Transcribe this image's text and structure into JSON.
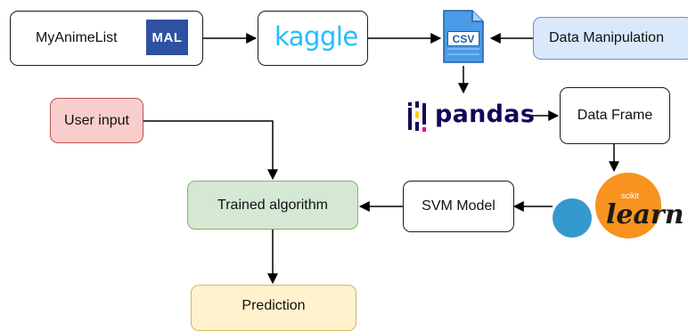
{
  "nodes": {
    "myanimelist": {
      "label": "MyAnimeList",
      "logo_text": "MAL"
    },
    "kaggle": {
      "logo_text": "kaggle"
    },
    "csv": {
      "label": "CSV"
    },
    "data_manipulation": {
      "label": "Data Manipulation"
    },
    "pandas": {
      "logo_text": "pandas"
    },
    "data_frame": {
      "label": "Data Frame"
    },
    "user_input": {
      "label": "User input"
    },
    "trained_algorithm": {
      "label": "Trained algorithm"
    },
    "svm_model": {
      "label": "SVM Model"
    },
    "sklearn": {
      "small_text": "scikit",
      "logo_text": "learn"
    },
    "prediction": {
      "label": "Prediction"
    }
  },
  "edges": [
    {
      "from": "myanimelist",
      "to": "kaggle"
    },
    {
      "from": "kaggle",
      "to": "csv"
    },
    {
      "from": "data_manipulation",
      "to": "csv"
    },
    {
      "from": "csv",
      "to": "pandas"
    },
    {
      "from": "pandas",
      "to": "data_frame"
    },
    {
      "from": "data_frame",
      "to": "sklearn"
    },
    {
      "from": "sklearn",
      "to": "svm_model"
    },
    {
      "from": "svm_model",
      "to": "trained_algorithm"
    },
    {
      "from": "user_input",
      "to": "trained_algorithm"
    },
    {
      "from": "trained_algorithm",
      "to": "prediction"
    }
  ],
  "colors": {
    "user_input_fill": "#f8cecc",
    "user_input_stroke": "#b85450",
    "data_manipulation_fill": "#dae8fc",
    "data_manipulation_stroke": "#6c8ebf",
    "trained_algorithm_fill": "#d5e8d4",
    "trained_algorithm_stroke": "#82b366",
    "prediction_fill": "#fff2cc",
    "prediction_stroke": "#d6b656",
    "mal_blue": "#2e51a2",
    "kaggle_blue": "#20beff",
    "pandas_navy": "#150458",
    "pandas_yellow": "#ffca00",
    "pandas_pink": "#e70488",
    "sklearn_orange": "#f7931e",
    "sklearn_blue": "#3499cd",
    "csv_blue": "#4a9be8"
  },
  "icons": [
    "mal-logo-icon",
    "kaggle-logo-icon",
    "csv-file-icon",
    "pandas-logo-icon",
    "scikit-learn-logo-icon"
  ]
}
